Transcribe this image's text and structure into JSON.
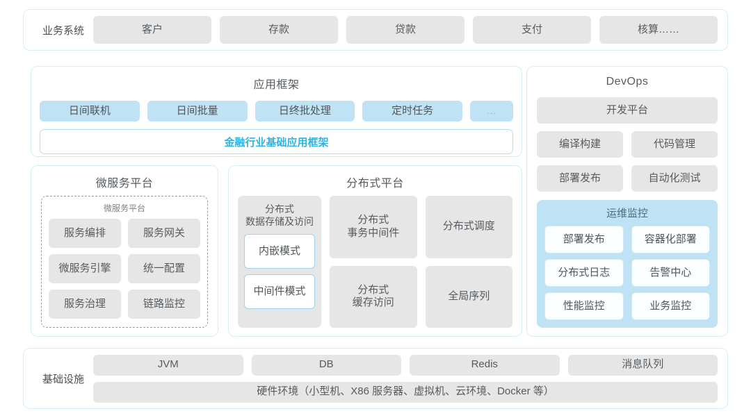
{
  "business": {
    "label": "业务系统",
    "items": [
      "客户",
      "存款",
      "贷款",
      "支付",
      "核算……"
    ]
  },
  "app_framework": {
    "title": "应用框架",
    "chips": [
      "日间联机",
      "日间批量",
      "日终批处理",
      "定时任务"
    ],
    "ellipsis": "...",
    "base_bar": "金融行业基础应用框架"
  },
  "microservice": {
    "title": "微服务平台",
    "inner_title": "微服务平台",
    "items": [
      "服务编排",
      "服务网关",
      "微服务引擎",
      "统一配置",
      "服务治理",
      "链路监控"
    ]
  },
  "distributed": {
    "title": "分布式平台",
    "left_column": {
      "head": "分布式\n数据存储及访问",
      "head_line1": "分布式",
      "head_line2": "数据存储及访问",
      "modes": [
        "内嵌模式",
        "中间件模式"
      ]
    },
    "right_items": [
      {
        "line1": "分布式",
        "line2": "事务中间件"
      },
      {
        "line1": "分布式调度",
        "line2": ""
      },
      {
        "line1": "分布式",
        "line2": "缓存访问"
      },
      {
        "line1": "全局序列",
        "line2": ""
      }
    ]
  },
  "devops": {
    "title": "DevOps",
    "platform": "开发平台",
    "items": [
      "编译构建",
      "代码管理",
      "部署发布",
      "自动化测试"
    ],
    "ops_monitor": {
      "title": "运维监控",
      "items": [
        "部署发布",
        "容器化部署",
        "分布式日志",
        "告警中心",
        "性能监控",
        "业务监控"
      ]
    }
  },
  "infrastructure": {
    "label": "基础设施",
    "items": [
      "JVM",
      "DB",
      "Redis",
      "消息队列"
    ],
    "hardware": "硬件环境（小型机、X86 服务器、虚拟机、云环境、Docker 等）"
  },
  "colors": {
    "panel_border": "#d7ecf3",
    "tile_gray": "#e6e6e6",
    "tile_blue": "#bfe3f5",
    "accent_blue": "#2fb3e0",
    "text": "#565b5f"
  }
}
